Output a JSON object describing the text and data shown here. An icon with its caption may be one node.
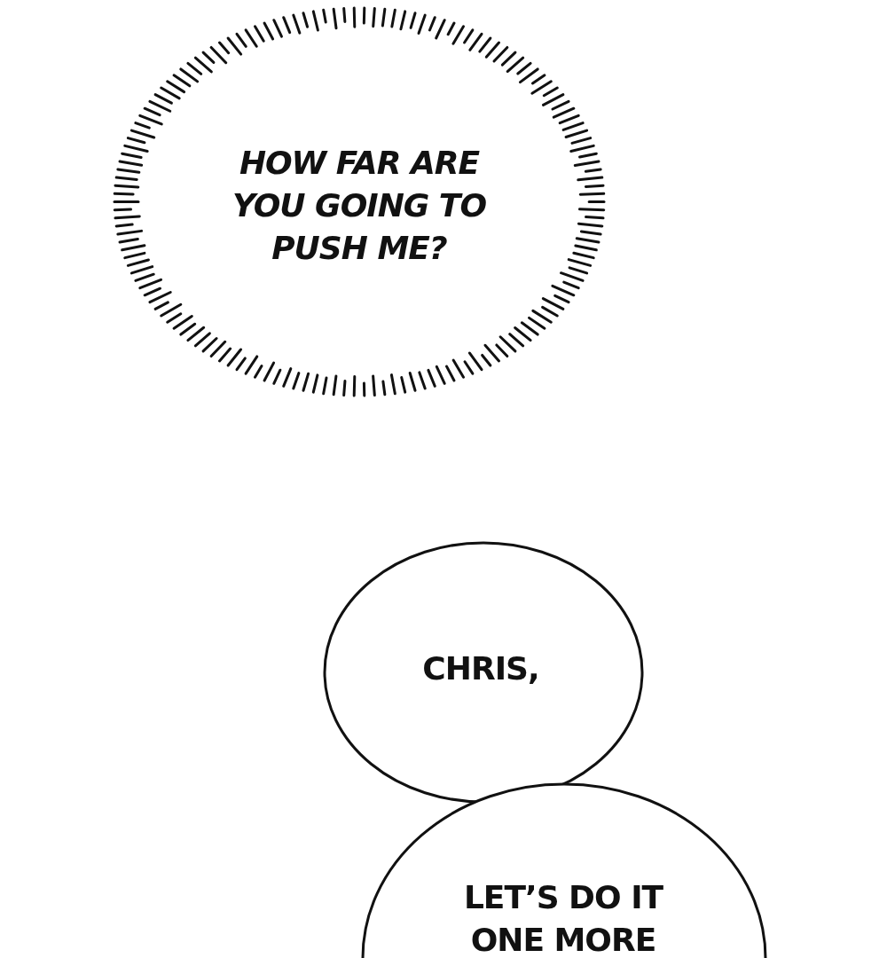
{
  "diagram": {
    "nodes": [
      {
        "text": [
          "HOW FAR ARE YOU GOING TO PUSH ME?"
        ]
      },
      {
        "text": [
          "CHRIS,"
        ]
      },
      {
        "text": [
          "LET’S DO IT ONE MORE"
        ]
      }
    ]
  }
}
